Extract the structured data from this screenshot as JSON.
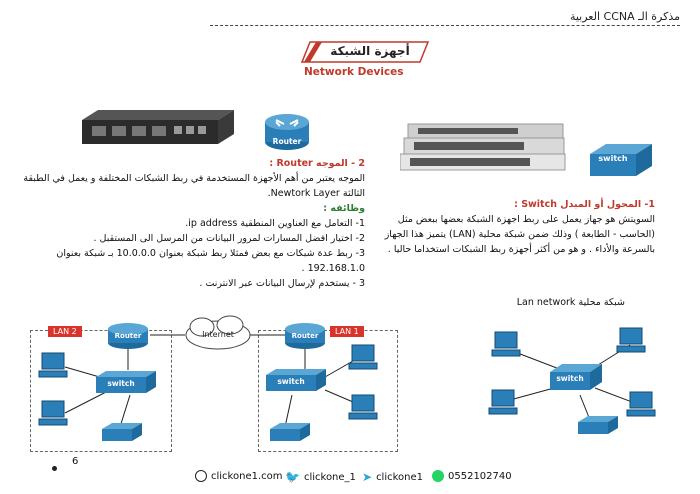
{
  "header": {
    "title": "مذكرة الـ CCNA العربية",
    "banner_ar": "أجهزة الشبكة",
    "banner_en": "Network Devices"
  },
  "switch_section": {
    "heading": "1- المحول أو المبدل  Switch :",
    "body": "السويتش هو جهاز يعمل على ربط اجهزة الشبكة بعضها ببعض مثل (الحاسب - الطابعة ) وذلك ضمن شبكة محلية (LAN) يتميز هذا الجهاز بالسرعة والأداء . و هو من أكثر أجهزة ربط الشبكات استخداما حاليا .",
    "lan_caption": "شبكة محلية   Lan network",
    "switch_label": "switch"
  },
  "router_section": {
    "heading": "2 - الموجه Router :",
    "body": "الموجه يعتبر من أهم الأجهزة المستخدمة في ربط الشبكات المختلفة و يعمل في الطبقة الثالثة Newtork Layer.",
    "functions_title": "وظائفه :",
    "functions": [
      "1- التعامل مع العناوين المنطقية ip address.",
      "2- اختيار افضل المسارات لمرور البيانات من المرسل الى المستقبل .",
      "3- ربط عدة شبكات مع بعض فمثلا ربط شبكة بعنوان 10.0.0.0 بـ شبكة بعنوان  192.168.1.0 .",
      "3 - يستخدم لإرسال البيانات عبر الانترنت ."
    ],
    "router_label": "Router"
  },
  "diagram": {
    "lan1": "LAN 1",
    "lan2": "LAN 2",
    "internet": "Internet",
    "router": "Router",
    "switch": "switch"
  },
  "footer": {
    "page_number": "6",
    "website": "clickone1.com",
    "twitter": "clickone_1",
    "telegram": "clickone1",
    "phone": "0552102740"
  },
  "colors": {
    "accent_red": "#c0392b",
    "device_blue": "#2a7fb8",
    "lan_tag": "#d9342b"
  }
}
